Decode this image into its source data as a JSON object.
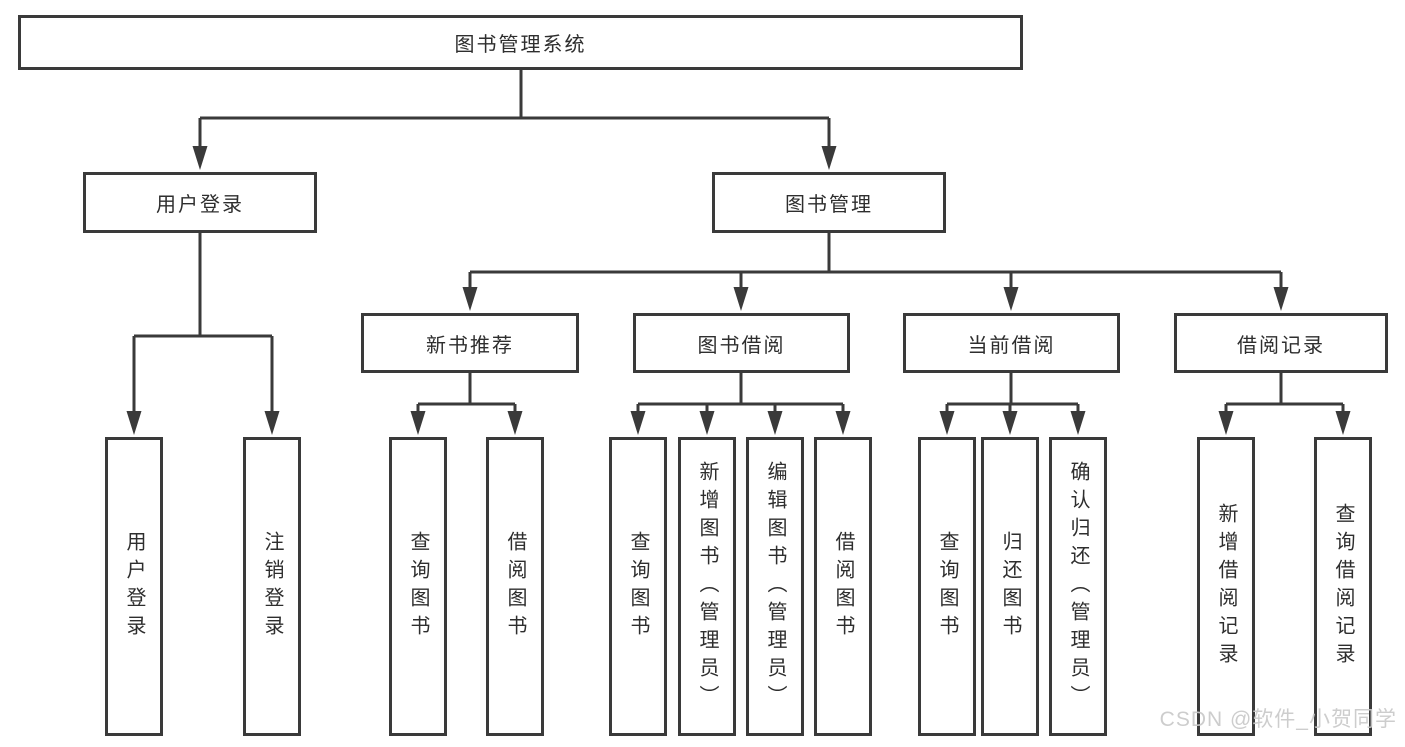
{
  "root": {
    "label": "图书管理系统"
  },
  "level2": [
    {
      "label": "用户登录"
    },
    {
      "label": "图书管理"
    }
  ],
  "level3": [
    {
      "label": "新书推荐"
    },
    {
      "label": "图书借阅"
    },
    {
      "label": "当前借阅"
    },
    {
      "label": "借阅记录"
    }
  ],
  "leaves": {
    "user_login": [
      "用户登录",
      "注销登录"
    ],
    "new_book": [
      "查询图书",
      "借阅图书"
    ],
    "borrow": [
      "查询图书",
      "新增图书（管理员）",
      "编辑图书（管理员）",
      "借阅图书"
    ],
    "current": [
      "查询图书",
      "归还图书",
      "确认归还（管理员）"
    ],
    "records": [
      "新增借阅记录",
      "查询借阅记录"
    ]
  },
  "watermark": {
    "text": "CSDN @软件_小贺同学"
  },
  "colors": {
    "line": "#3a3a3a",
    "text": "#2e2e2e",
    "background": "#ffffff",
    "watermark": "#c9c9c9"
  }
}
